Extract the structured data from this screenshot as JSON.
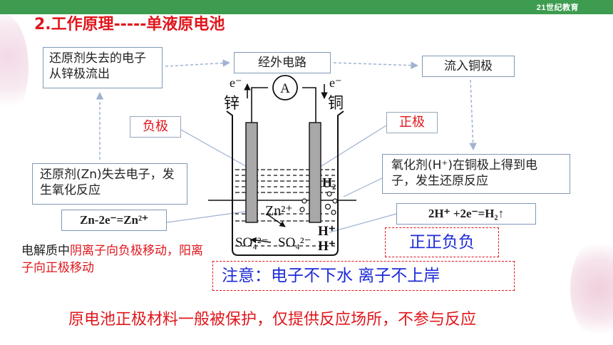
{
  "header": {
    "title": "2.工作原理-----单液原电池",
    "logo": "21世纪教育"
  },
  "boxes": {
    "reducer_loses": "还原剂失去的电子从锌极流出",
    "external_circuit": "经外电路",
    "into_copper": "流入铜极",
    "zn_loses": "还原剂(Zn)失去电子，发生氧化反应",
    "oxidizer_gains": "氧化剂(H⁺)在铜极上得到电子，发生还原反应",
    "anode_eq": "Zn-2e⁻=Zn²⁺",
    "cathode_eq": "2H⁺ +2e⁻=H₂↑"
  },
  "poles": {
    "negative": "负极",
    "positive": "正极"
  },
  "apparatus": {
    "ammeter": "A",
    "electron_left": "e⁻",
    "electron_right": "e⁻",
    "zinc": "锌",
    "copper": "铜",
    "h2": "H₂",
    "zn_ion": "Zn²⁺",
    "so4_left": "SO₄²⁻",
    "so4_right": "SO₄²⁻",
    "h_plus_1": "H⁺",
    "h_plus_2": "H⁺"
  },
  "mnemonic": "正正负负",
  "notice": "注意：电子不下水   离子不上岸",
  "electrolyte": {
    "prefix": "电解质中",
    "anion": "阴离子向负极移动",
    "sep": "，",
    "cation": "阳离子向正极移动"
  },
  "bottom_note": "原电池正极材料一般被保护，仅提供反应场所，不参与反应",
  "colors": {
    "red": "#e0161c",
    "blue": "#1d2bd8",
    "green": "#3d9c4f",
    "box_border": "#7f99b6"
  }
}
